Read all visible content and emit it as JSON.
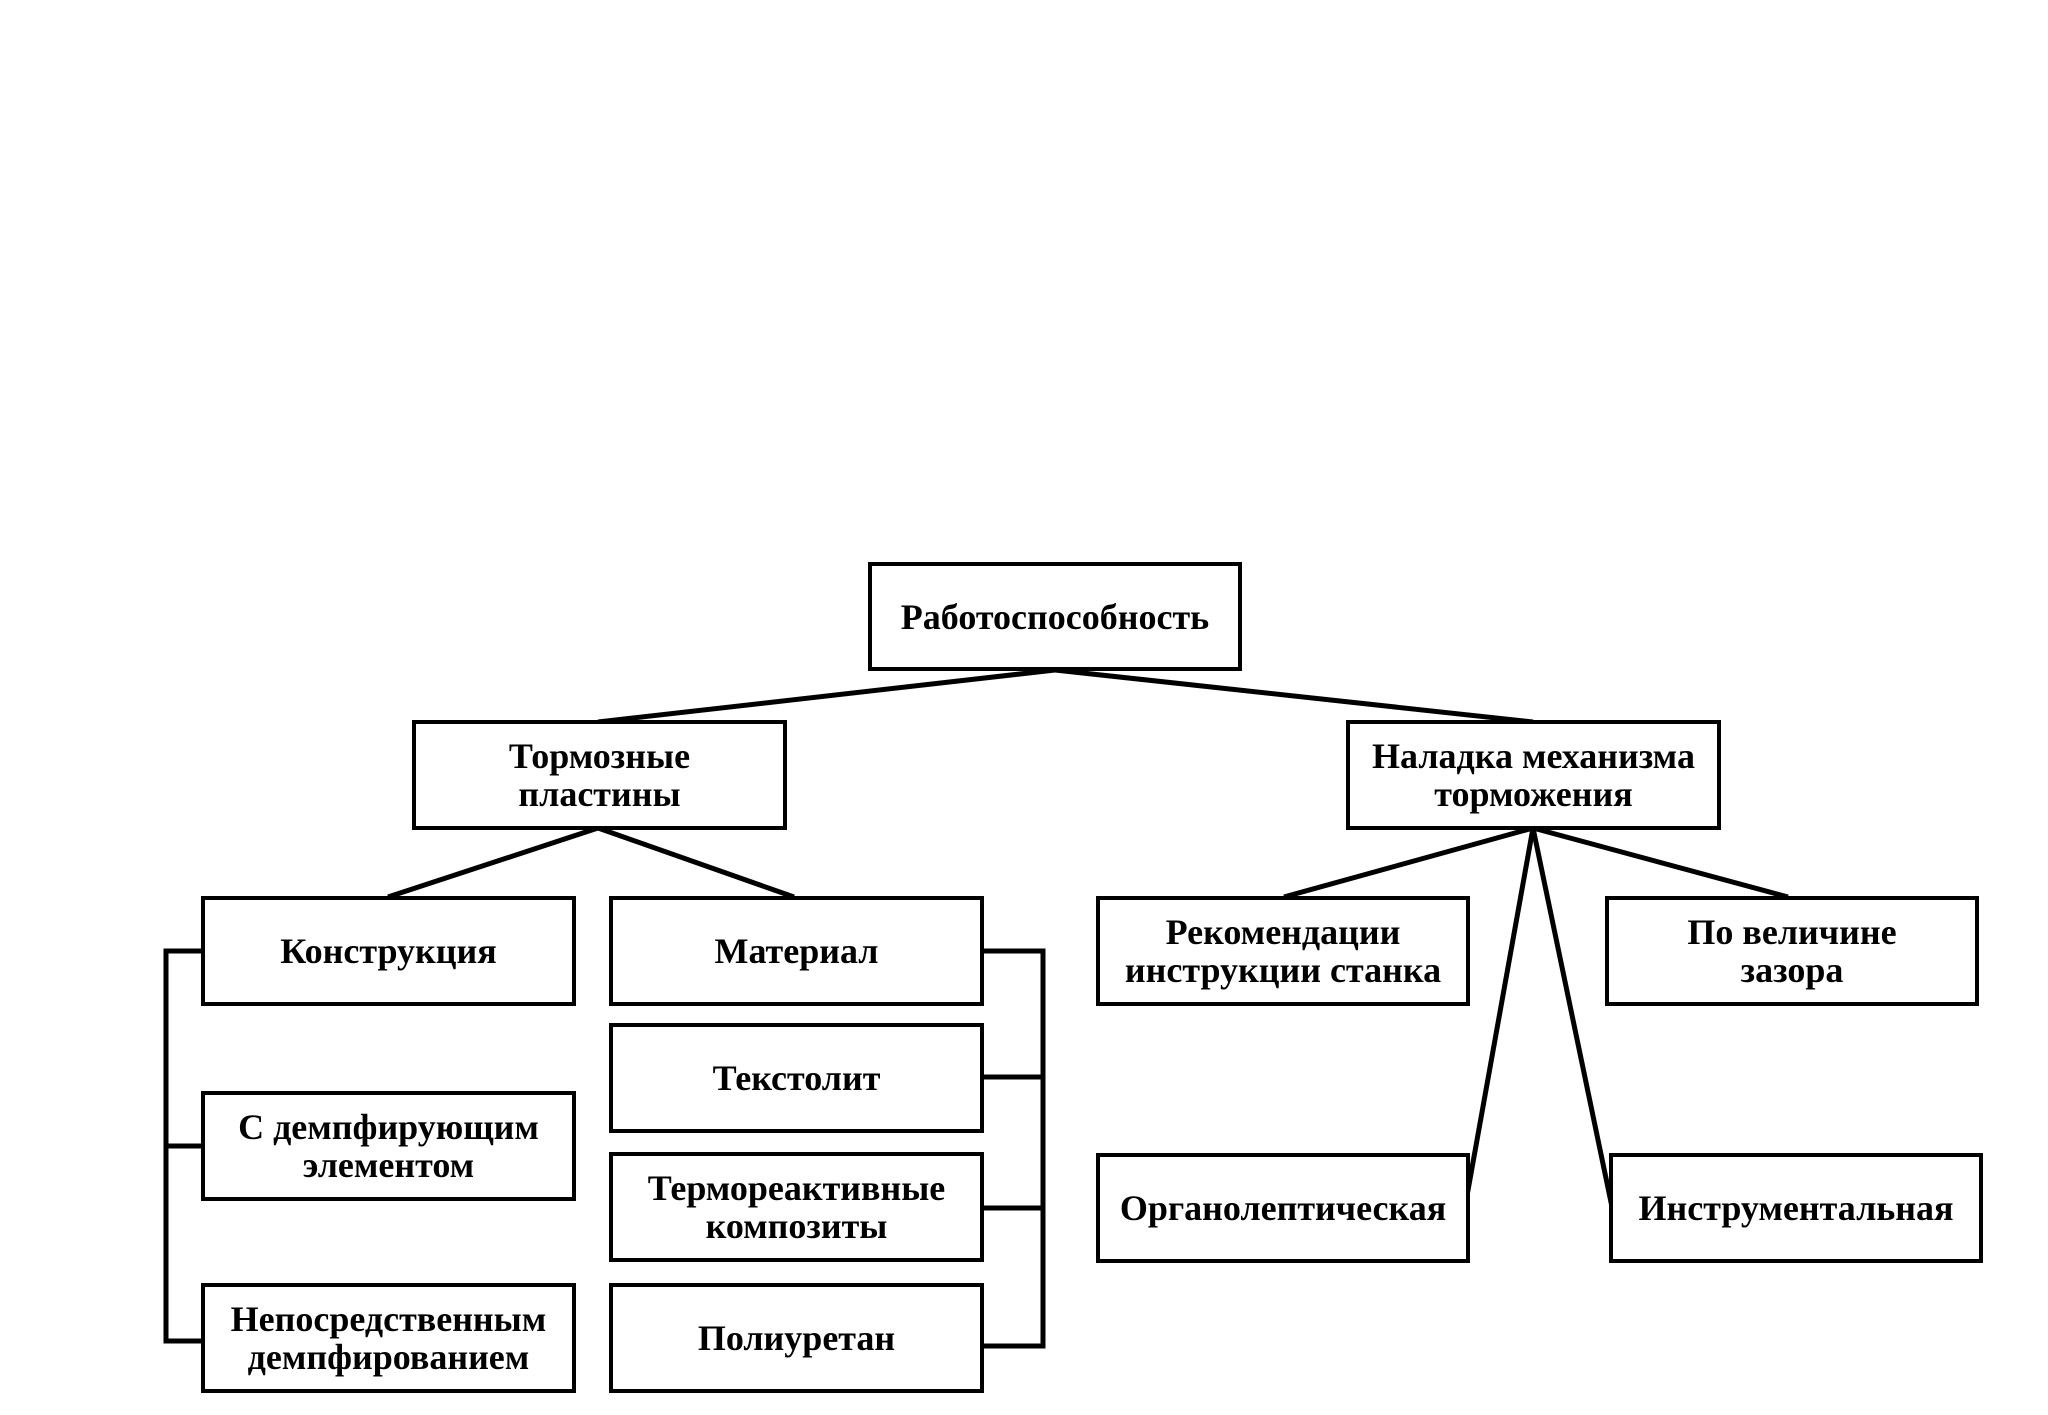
{
  "colors": {
    "background": "#ffffff",
    "stroke": "#000000",
    "text": "#000000"
  },
  "nodes": {
    "root": "Работоспособность",
    "plates": "Тормозные\nпластины",
    "adjustment": "Наладка механизма\nторможения",
    "construction": "Конструкция",
    "material": "Материал",
    "damping_element": "С демпфирующим\nэлементом",
    "direct_damping": "Непосредственным\nдемпфированием",
    "textolite": "Текстолит",
    "thermoset": "Термореактивные\nкомпозиты",
    "polyurethane": "Полиуретан",
    "recommendations": "Рекомендации\nинструкции станка",
    "gap_value": "По величине\nзазора",
    "organoleptic": "Органолептическая",
    "instrumental": "Инструментальная"
  }
}
